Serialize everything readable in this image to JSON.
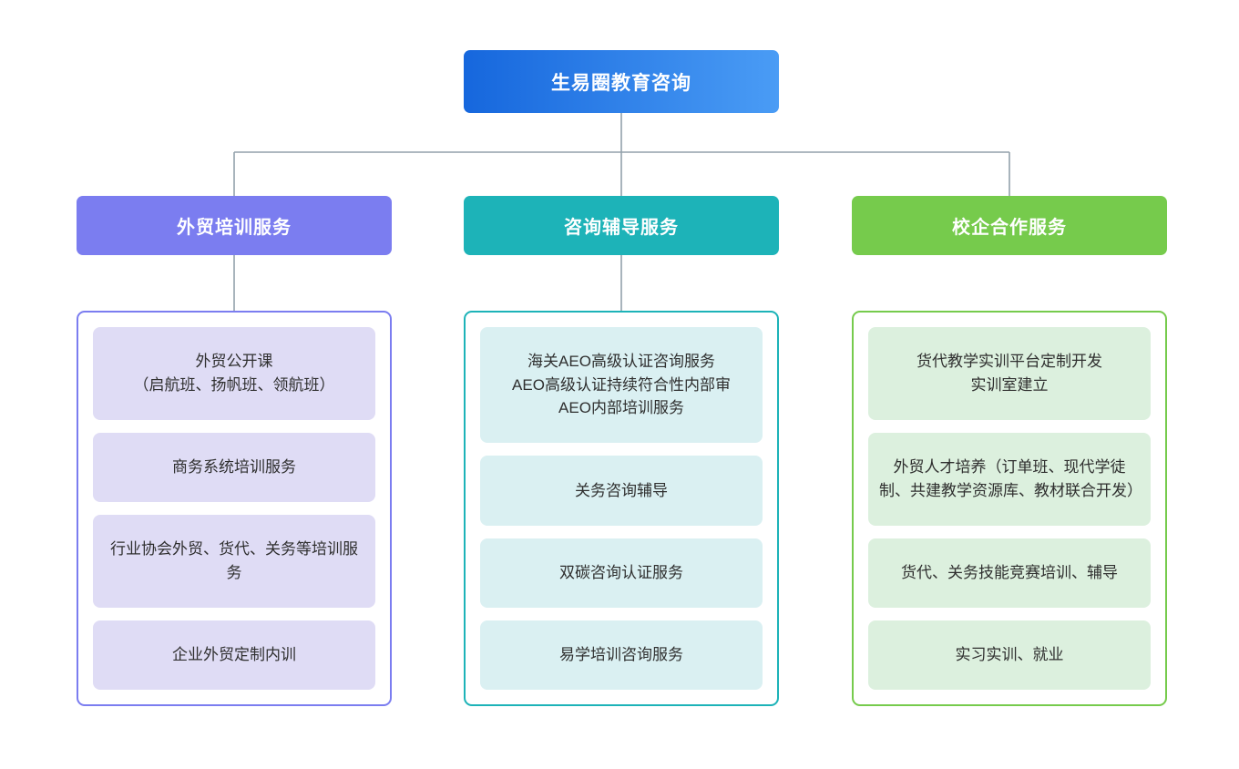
{
  "diagram": {
    "title": "生易圈教育咨询",
    "type": "organization-tree",
    "connector_color": "#93a1ab"
  },
  "root": {
    "label": "生易圈教育咨询",
    "gradient_from": "#1667dd",
    "gradient_to": "#4a9cf5"
  },
  "columns": [
    {
      "header": "外贸培训服务",
      "header_color": "#7b7df0",
      "border_color": "#7b7df0",
      "item_fill": "#dfdcf5",
      "items": [
        "外贸公开课\n（启航班、扬帆班、领航班）",
        "商务系统培训服务",
        "行业协会外贸、货代、关务等培训服务",
        "企业外贸定制内训"
      ]
    },
    {
      "header": "咨询辅导服务",
      "header_color": "#1db3b8",
      "border_color": "#1db3b8",
      "item_fill": "#daf0f2",
      "items": [
        "海关AEO高级认证咨询服务\nAEO高级认证持续符合性内部审\nAEO内部培训服务",
        "关务咨询辅导",
        "双碳咨询认证服务",
        "易学培训咨询服务"
      ]
    },
    {
      "header": "校企合作服务",
      "header_color": "#76cb4c",
      "border_color": "#76cb4c",
      "item_fill": "#dcf0de",
      "items": [
        "货代教学实训平台定制开发\n实训室建立",
        "外贸人才培养（订单班、现代学徒制、共建教学资源库、教材联合开发）",
        "货代、关务技能竞赛培训、辅导",
        "实习实训、就业"
      ]
    }
  ]
}
